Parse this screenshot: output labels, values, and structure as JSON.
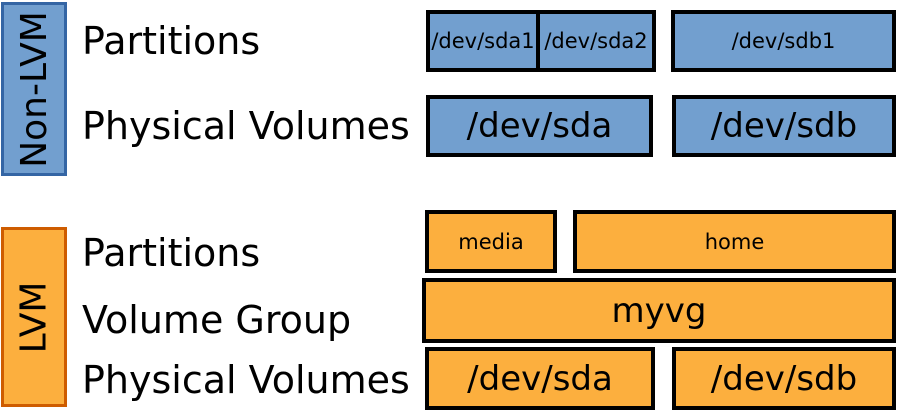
{
  "colors": {
    "non_lvm_fill": "#729fcf",
    "non_lvm_border": "#3465a4",
    "lvm_fill": "#fcaf3e",
    "lvm_border": "#ce5c00",
    "box_border": "#000000",
    "text": "#000000",
    "background": "#ffffff"
  },
  "non_lvm": {
    "side_label": "Non-LVM",
    "rows": [
      {
        "label": "Partitions",
        "boxes": [
          "/dev/sda1",
          "/dev/sda2",
          "/dev/sdb1"
        ]
      },
      {
        "label": "Physical Volumes",
        "boxes": [
          "/dev/sda",
          "/dev/sdb"
        ]
      }
    ]
  },
  "lvm": {
    "side_label": "LVM",
    "rows": [
      {
        "label": "Partitions",
        "boxes": [
          "media",
          "home"
        ]
      },
      {
        "label": "Volume Group",
        "boxes": [
          "myvg"
        ]
      },
      {
        "label": "Physical Volumes",
        "boxes": [
          "/dev/sda",
          "/dev/sdb"
        ]
      }
    ]
  }
}
